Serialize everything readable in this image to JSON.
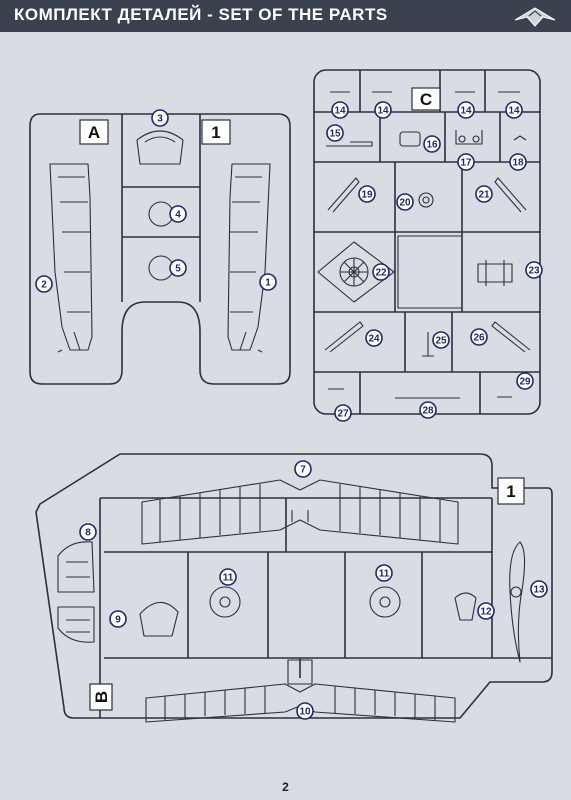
{
  "header": {
    "title": "КОМПЛЕКТ ДЕТАЛЕЙ - SET OF THE PARTS",
    "logo_icon": "aviation-brand-logo-icon"
  },
  "page_number": "2",
  "sprue_a": {
    "tag_letter": "A",
    "tag_number": "1",
    "part_numbers": [
      "3",
      "4",
      "5",
      "2",
      "1"
    ]
  },
  "sprue_c": {
    "tag_letter": "C",
    "part_numbers": [
      "14",
      "14",
      "14",
      "14",
      "15",
      "16",
      "17",
      "18",
      "19",
      "20",
      "21",
      "22",
      "23",
      "24",
      "25",
      "26",
      "27",
      "28",
      "29"
    ]
  },
  "sprue_b": {
    "tag_letter": "B",
    "tag_number": "1",
    "part_numbers": [
      "7",
      "8",
      "9",
      "11",
      "11",
      "12",
      "13",
      "10"
    ]
  },
  "colors": {
    "header_bg": "#3a4250",
    "paper": "#d9dce2",
    "line": "#2a3040",
    "callout": "#1c2a66"
  }
}
